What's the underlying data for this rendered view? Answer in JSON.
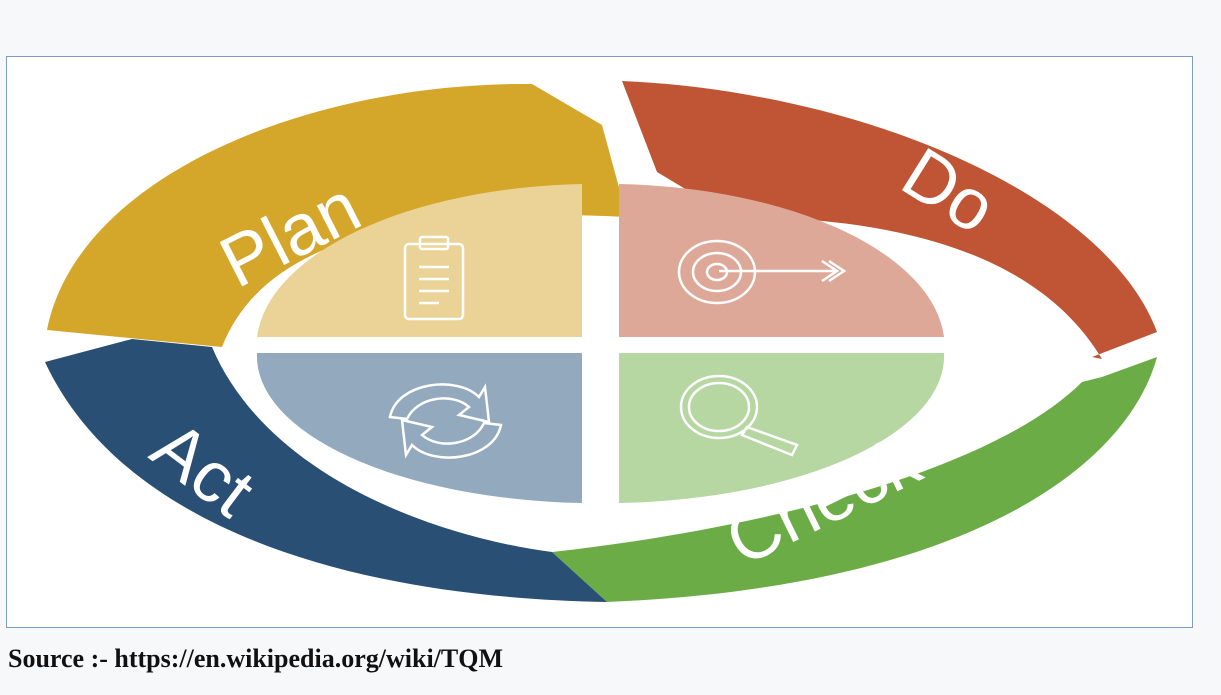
{
  "diagram": {
    "stages": [
      {
        "key": "plan",
        "label": "Plan",
        "color": "#d4a72a",
        "quadrant_color": "#ebd397",
        "icon": "clipboard-icon"
      },
      {
        "key": "do",
        "label": "Do",
        "color": "#bf5534",
        "quadrant_color": "#dea899",
        "icon": "target-icon"
      },
      {
        "key": "check",
        "label": "Check",
        "color": "#6bac47",
        "quadrant_color": "#b6d6a2",
        "icon": "magnifier-icon"
      },
      {
        "key": "act",
        "label": "Act",
        "color": "#294f74",
        "quadrant_color": "#93a9bd",
        "icon": "cycle-arrows-icon"
      }
    ]
  },
  "caption": {
    "text": "Source :- https://en.wikipedia.org/wiki/TQM"
  }
}
